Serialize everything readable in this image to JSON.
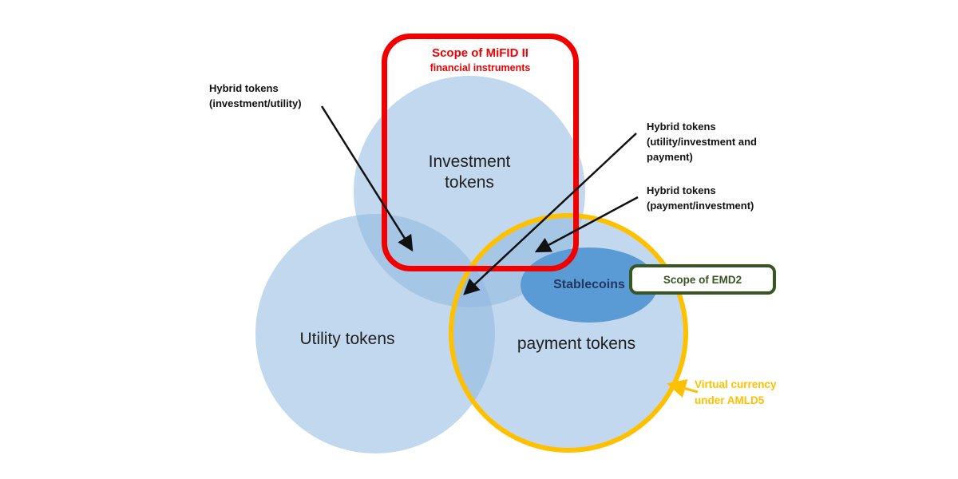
{
  "colors": {
    "circle-fill": "#8fb8e0",
    "stable-fill": "#5b9bd5",
    "stable-text": "#1f3864",
    "mifid-red": "#f20000",
    "amld-gold": "#ffc000",
    "emd2-green": "#375623",
    "label-dark": "#1f1f1f"
  },
  "circles": {
    "investment": "Investment tokens",
    "utility": "Utility tokens",
    "payment": "payment tokens",
    "stablecoins": "Stablecoins"
  },
  "scopes": {
    "mifid_title": "Scope of MiFID II",
    "mifid_subtitle": "financial instruments",
    "emd2": "Scope of EMD2",
    "amld_line1": "Virtual currency",
    "amld_line2": "under AMLD5"
  },
  "hybrids": {
    "iu_line1": "Hybrid tokens",
    "iu_line2": "(investment/utility)",
    "uip_line1": "Hybrid tokens",
    "uip_line2": "(utility/investment and",
    "uip_line3": "payment)",
    "pi_line1": "Hybrid tokens",
    "pi_line2": "(payment/investment)"
  }
}
